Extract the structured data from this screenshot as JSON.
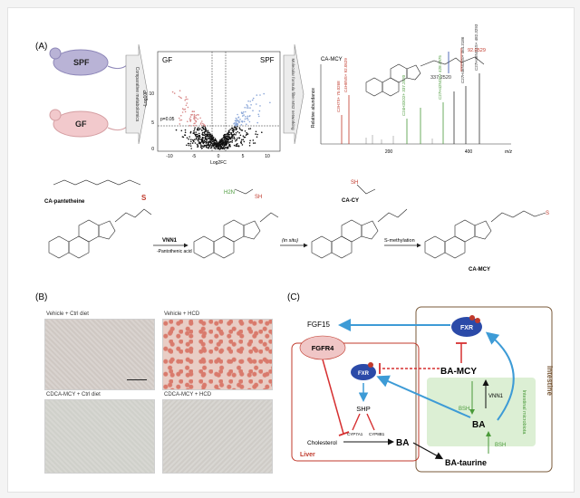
{
  "panelA": {
    "label": "(A)",
    "mice": {
      "spf": "SPF",
      "gf": "GF"
    },
    "workflow_arrow_1": "Comparative metabolomics",
    "workflow_arrow_2": "Molecular formula filter MS2 networking",
    "volcano": {
      "gf_label": "GF",
      "spf_label": "SPF",
      "p_label": "p=0.05",
      "ylabel": "-Log10P",
      "xlabel": "Log2FC",
      "xticks": [
        "-10",
        "-5",
        "0",
        "5",
        "10"
      ],
      "yticks": [
        "0",
        "5",
        "10"
      ]
    },
    "spectrum": {
      "title": "CA-MCY",
      "ylabel": "Relative abundance",
      "xlabel": "m/z",
      "xticks": [
        "200",
        "400"
      ],
      "frag1": "92.0529",
      "frag2": "337.2520",
      "peaks_red": [
        "C3H7S+ 75.0268",
        "C4H8NS+ 92.0529"
      ],
      "peaks_green": [
        "C24H33O2+ 337.2520",
        "C27H42NOS+ 428.2975"
      ],
      "peaks_dark": [
        "C27H46NO3S+ 464.3186",
        "C27H48NO4S+ 482.3293"
      ]
    },
    "pathway": {
      "compound1": "CA-pantetheine",
      "enzyme1": "VNN1",
      "enzyme1_sub": "-Pantothenic acid",
      "step2": "(in situ)",
      "compound3": "CA-CY",
      "step3": "S-methylation",
      "compound4": "CA-MCY"
    }
  },
  "panelB": {
    "label": "(B)",
    "images": [
      {
        "caption": "Vehicle + Ctrl diet"
      },
      {
        "caption": "Vehicle + HCD"
      },
      {
        "caption": "CDCA-MCY + Ctrl diet"
      },
      {
        "caption": "CDCA-MCY + HCD"
      }
    ]
  },
  "panelC": {
    "label": "(C)",
    "fgf15": "FGF15",
    "fgfr4": "FGFR4",
    "fxr_liver": "FXR",
    "fxr_intestine": "FXR",
    "shp": "SHP",
    "cholesterol": "Cholesterol",
    "cyp7a1": "CYP7A1",
    "cyp8b1": "CYP8B1",
    "ba_liver": "BA",
    "ba_mcy": "BA-MCY",
    "vnn1": "VNN1",
    "bsh1": "BSH",
    "bsh2": "BSH",
    "ba_intestine": "BA",
    "ba_taurine": "BA-taurine",
    "liver": "Liver",
    "intestine": "Intestine",
    "microbiota": "Intestinal microbiota",
    "colors": {
      "liver_box": "#c0392b",
      "intestine_box": "#7a5a3a",
      "blue_arrow": "#3d9bd6",
      "red_inhib": "#d63031",
      "green_panel": "#dcefd4",
      "fxr": "#2b4aa8"
    }
  }
}
